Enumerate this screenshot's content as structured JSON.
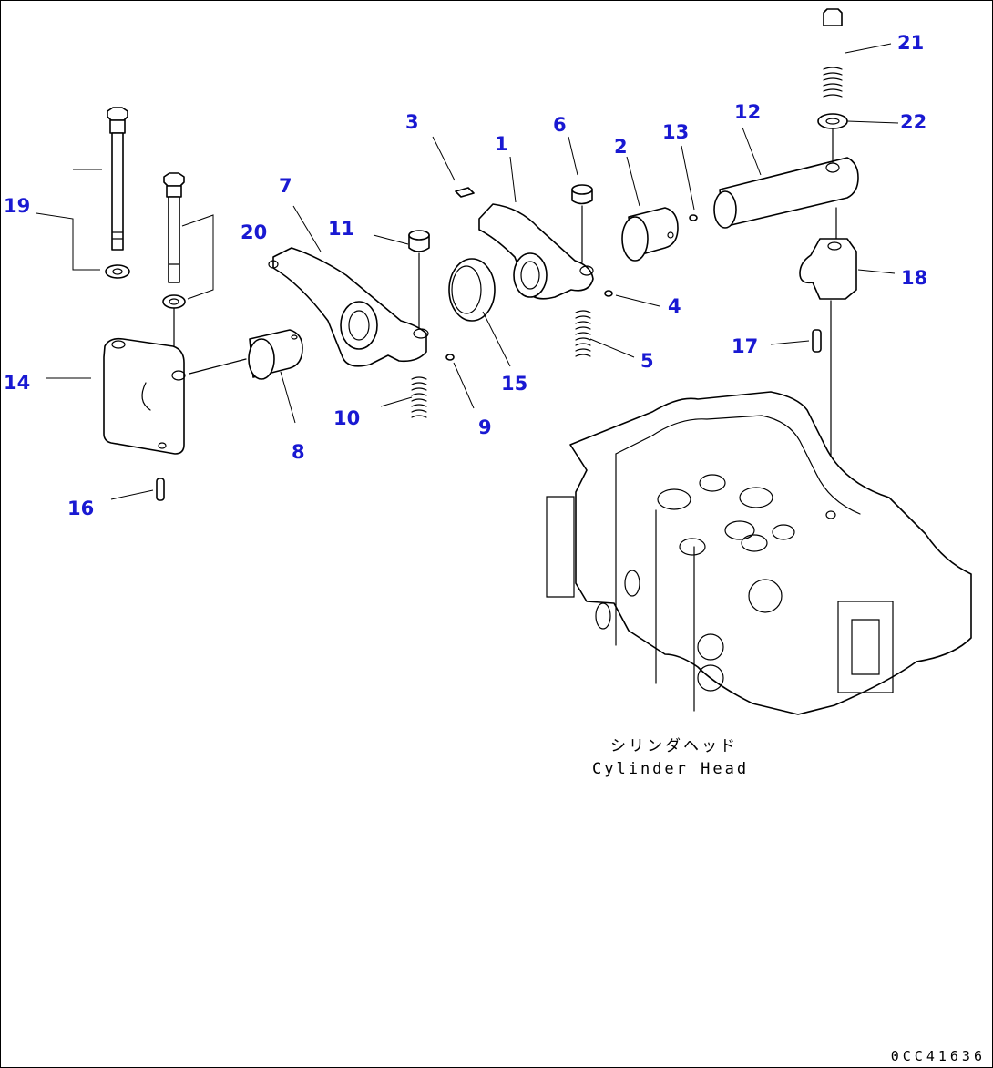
{
  "callouts": [
    {
      "id": "1",
      "label": "1"
    },
    {
      "id": "2",
      "label": "2"
    },
    {
      "id": "3",
      "label": "3"
    },
    {
      "id": "4",
      "label": "4"
    },
    {
      "id": "5",
      "label": "5"
    },
    {
      "id": "6",
      "label": "6"
    },
    {
      "id": "7",
      "label": "7"
    },
    {
      "id": "8",
      "label": "8"
    },
    {
      "id": "9",
      "label": "9"
    },
    {
      "id": "10",
      "label": "10"
    },
    {
      "id": "11",
      "label": "11"
    },
    {
      "id": "12",
      "label": "12"
    },
    {
      "id": "13",
      "label": "13"
    },
    {
      "id": "14",
      "label": "14"
    },
    {
      "id": "15",
      "label": "15"
    },
    {
      "id": "16",
      "label": "16"
    },
    {
      "id": "17",
      "label": "17"
    },
    {
      "id": "18",
      "label": "18"
    },
    {
      "id": "19",
      "label": "19"
    },
    {
      "id": "20",
      "label": "20"
    },
    {
      "id": "21",
      "label": "21"
    },
    {
      "id": "22",
      "label": "22"
    }
  ],
  "caption": {
    "jp": "シリンダヘッド",
    "en": "Cylinder Head"
  },
  "drawing_id": "0CC41636",
  "colors": {
    "callout": "#1919d2",
    "line": "#000000",
    "background": "#ffffff"
  }
}
